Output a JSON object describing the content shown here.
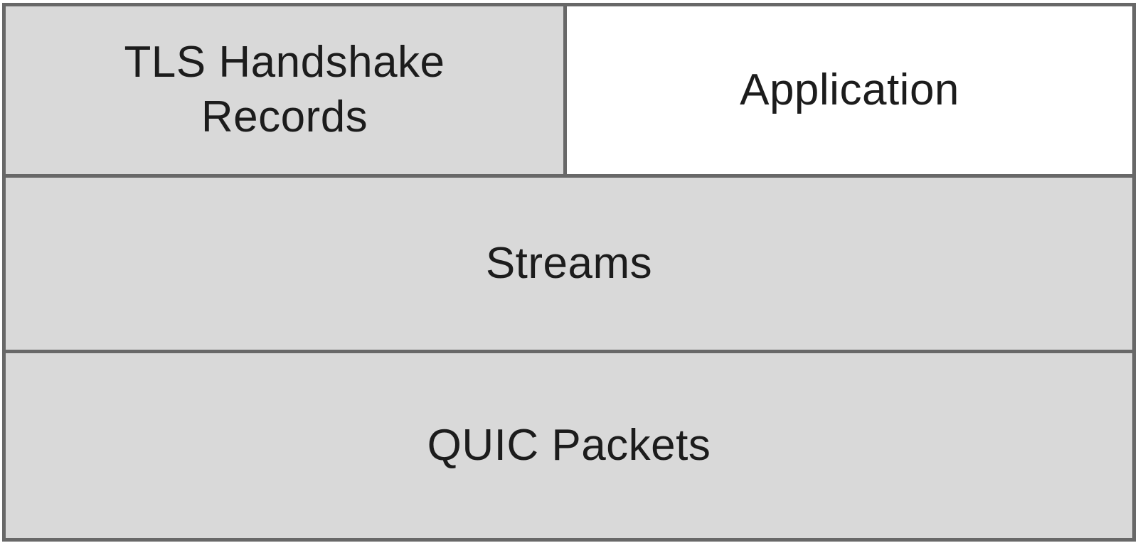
{
  "diagram": {
    "cells": {
      "tls": {
        "label": "TLS Handshake Records"
      },
      "application": {
        "label": "Application"
      },
      "streams": {
        "label": "Streams"
      },
      "quic_packets": {
        "label": "QUIC Packets"
      }
    },
    "colors": {
      "layer_fill": "#d9d9d9",
      "application_fill": "#ffffff",
      "border": "#686868",
      "text": "#1c1c1c",
      "page_background": "#ffffff"
    }
  }
}
